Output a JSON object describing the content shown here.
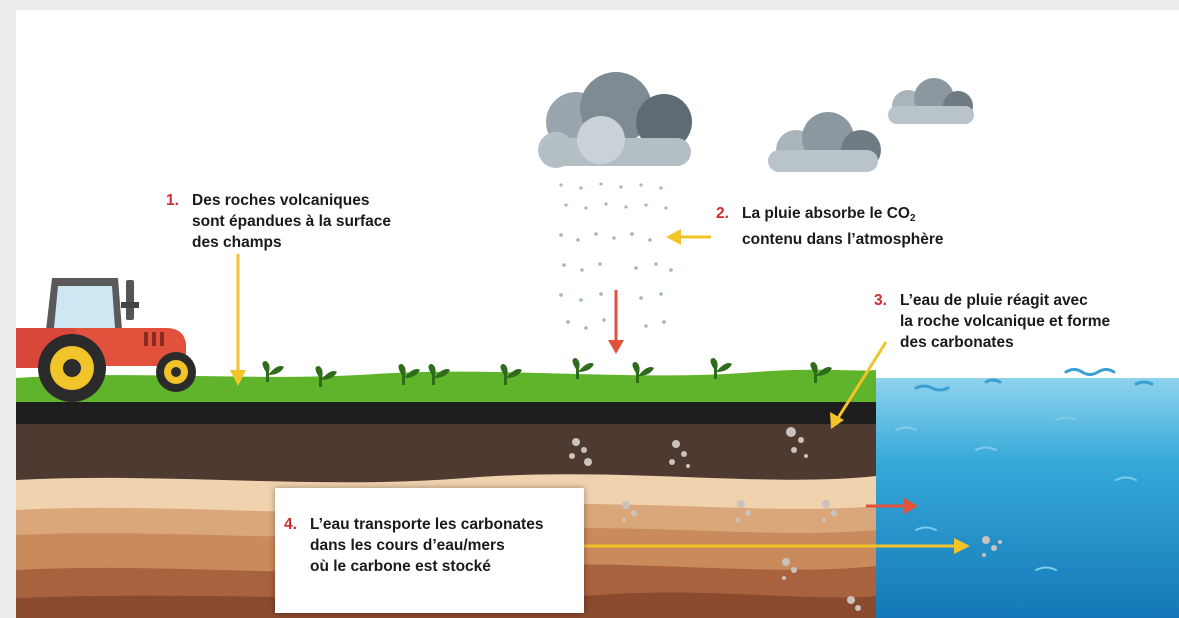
{
  "steps": [
    {
      "number": "1.",
      "lines": [
        "Des roches volcaniques",
        "sont épandues à la surface",
        "des champs"
      ]
    },
    {
      "number": "2.",
      "line1_pre": "La pluie absorbe le CO",
      "line1_sub": "2",
      "line2": "contenu dans l’atmosphère"
    },
    {
      "number": "3.",
      "lines": [
        "L’eau de pluie réagit avec",
        "la roche volcanique et forme",
        "des carbonates"
      ]
    },
    {
      "number": "4.",
      "lines": [
        "L’eau transporte les carbonates",
        "dans les cours d’eau/mers",
        "où le carbone est stocké"
      ]
    }
  ],
  "icons": [
    "tractor-icon",
    "cloud-icon",
    "rain-icon",
    "plant-icon",
    "rock-fragment-icon",
    "ocean-wave-icon",
    "arrow-icon"
  ],
  "colors": {
    "number_red": "#d32a2a",
    "arrow_yellow": "#f3c32a",
    "arrow_red": "#e2513c",
    "grass": "#5fb42b",
    "ocean": "#2a9fd0",
    "tractor": "#e2513c"
  }
}
